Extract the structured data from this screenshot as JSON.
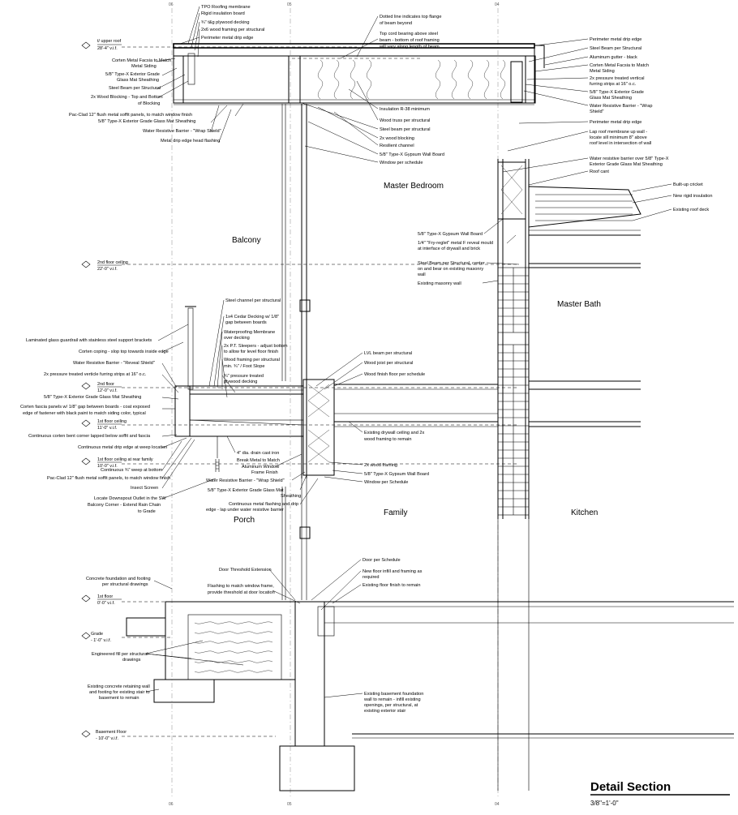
{
  "sheet": {
    "title": "Detail Section",
    "scale": "3/8\"=1'-0\"",
    "grid_labels": [
      "06",
      "05",
      "04"
    ]
  },
  "rooms": {
    "master_bedroom": "Master Bedroom",
    "balcony": "Balcony",
    "master_bath": "Master Bath",
    "porch": "Porch",
    "family": "Family",
    "kitchen": "Kitchen"
  },
  "levels": [
    {
      "name": "t/ upper roof",
      "elev": "28'-4\" v.i.f."
    },
    {
      "name": "2nd floor ceiling",
      "elev": "22'-0\" v.i.f."
    },
    {
      "name": "2nd floor",
      "elev": "12'-0\" v.i.f."
    },
    {
      "name": "1st floor ceiling",
      "elev": "11'-0\" v.i.f."
    },
    {
      "name": "1st floor ceiling at rear family",
      "elev": "10'-0\" v.i.f."
    },
    {
      "name": "1st floor",
      "elev": "0'-0\" v.i.f."
    },
    {
      "name": "Grade",
      "elev": "- 1'-0\" v.i.f."
    },
    {
      "name": "Basement Floor",
      "elev": "- 10'-0\" v.i.f."
    }
  ],
  "notes_top": [
    "TPO Roofing membrane",
    "Rigid insulation board",
    "¾\" t&g plywood decking",
    "2x6 wood framing per structural",
    "Perimeter metal drip edge"
  ],
  "notes_upper_left": [
    "Corten Metal Facsia to Match",
    "Metal Siding",
    "5/8\" Type-X Exterior Grade",
    "Glass Mat Sheathing",
    "Steel Beam per Structural",
    "2x Wood Blocking - Top and Bottom",
    "of Blocking",
    "Pac-Clad 12\" flush metal soffit panels, to match window finish",
    "5/8\" Type-X Exterior Grade Glass Mat Sheathing",
    "Water Resistive Barrier - \"Wrap Shield\"",
    "Metal drip edge head flashing"
  ],
  "notes_upper_center": [
    "Dotted line indicates top flange",
    "of beam beyond",
    "Top cord bearing above steel",
    "beam - bottom of roof framing",
    "will vary along length of beam",
    "Insulation R-38 minimum",
    "Wood truss per structural",
    "Steel beam per structural",
    "2x wood blocking",
    "Resilient channel",
    "5/8\" Type-X Gypsum Wall Board",
    "Window per schedule"
  ],
  "notes_upper_right": [
    "Perimeter metal drip edge",
    "Steel Beam per Structural",
    "Aluminum gutter - black",
    "Corten Metal Facsia to Match",
    "Metal Siding",
    "2x pressure treated vertical",
    "furring strips at 16\" o.c.",
    "5/8\" Type-X Exterior Grade",
    "Glass Mat Sheathing",
    "Water Resistive Barrier - \"Wrap",
    "Shield\"",
    "Perimeter metal drip edge",
    "Lap roof membrane up wall -",
    "locate sill minimum 8\" above",
    "roof level in intersection of wall",
    "Water resistive barrier over 5/8\" Type-X",
    "Exterior Grade Glass Mat Sheathing",
    "Roof cant",
    "Built-up cricket",
    "New rigid insulation",
    "Existing roof deck"
  ],
  "notes_mid_right": [
    "5/8\" Type-X Gypsum Wall Board",
    "1/4\" \"Fry-reglet\" metal F reveal mould",
    "at interface of drywall and brick",
    "Steel Beam per Structural, center",
    "on and bear on existing masonry",
    "wall",
    "Existing masonry wall"
  ],
  "notes_balcony_center": [
    "Steel channel per structural",
    "1x4 Cedar Decking w/ 1/8\"",
    "gap between boards",
    "Waterproofing Membrane",
    "over decking",
    "2x P.T. Sleepers - adjust bottom",
    "to allow for level floor finish",
    "Wood framing per structural",
    "min. ¾\" / Foot Slope",
    "¾\" pressure treated",
    "plywood decking"
  ],
  "notes_balcony_left": [
    "Laminated glass guardrail with stainless steel support brackets",
    "Corten coping - slop top towards inside edge",
    "Water Resistive Barrier - \"Reveal Shield\"",
    "2x pressure treated verticle furring strips at 16\" o.c.",
    "5/8\" Type-X Exterior Grade Glass Mat Sheathing",
    "Corten fascia panels w/ 1/8\" gap between boards - coat exposed",
    "edge of fastener with black paint to match siding color, typical",
    "Continuous corten bent corner lapped below soffit and fascia",
    "Continuous metal drip edge at weep location",
    "Continuous ¾\" weep at bottom",
    "Pac-Clad 12\" flush metal soffit panels, to match window finish",
    "Insect Screen",
    "Locate Downspout Outlet in the SW",
    "Balcony Corner - Extend Rain Chain",
    "to Grade"
  ],
  "notes_balcony_lower": [
    "4\" dia. drain cast iron",
    "Break Metal to Match",
    "Aluminum Window",
    "Frame Finish",
    "Water Resistive Barrier - \"Wrap Shield\"",
    "5/8\" Type-X Exterior Grade Glass Mat",
    "Sheathing",
    "Continuous metal flashing and drip",
    "edge - lap under water resistive barrier"
  ],
  "notes_floor2": [
    "LVL beam per structural",
    "Wood joist per structural",
    "Wood finish floor per schedule",
    "Existing drywall ceiling and 2x",
    "wood framing to remain",
    "2x wood framing",
    "5/8\" Type-X Gypsum Wall Board",
    "Window per Schedule"
  ],
  "notes_floor1": [
    "Door Threshold Extension",
    "Flashing to match window frame,",
    "provide threshold at door location",
    "Door per Schedule",
    "New floor infill and framing as",
    "required",
    "Existing floor finish to remain"
  ],
  "notes_foundation": [
    "Concrete foundation and footing",
    "per structural drawings",
    "Engineered fill per structural",
    "drawings",
    "Existing concrete retaining wall",
    "and footing for existing stair to",
    "basement to remain",
    "Existing basement foundation",
    "wall to remain - infill existing",
    "openings, per structural, at",
    "existing exterior stair"
  ]
}
